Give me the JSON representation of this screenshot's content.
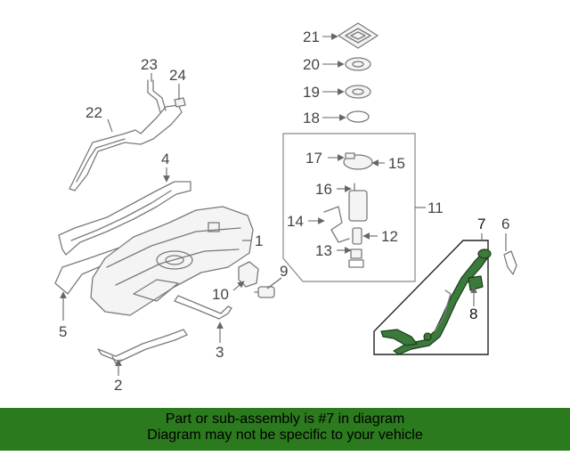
{
  "diagram": {
    "callouts": [
      "1",
      "2",
      "3",
      "4",
      "5",
      "6",
      "7",
      "8",
      "9",
      "10",
      "11",
      "12",
      "13",
      "14",
      "15",
      "16",
      "17",
      "18",
      "19",
      "20",
      "21",
      "22",
      "23",
      "24"
    ],
    "highlight_color": "#3b7a3b"
  },
  "banner": {
    "line1": "Part or sub-assembly is #7 in diagram",
    "line2": "Diagram may not be specific to your vehicle",
    "background": "#2c7a1e"
  }
}
